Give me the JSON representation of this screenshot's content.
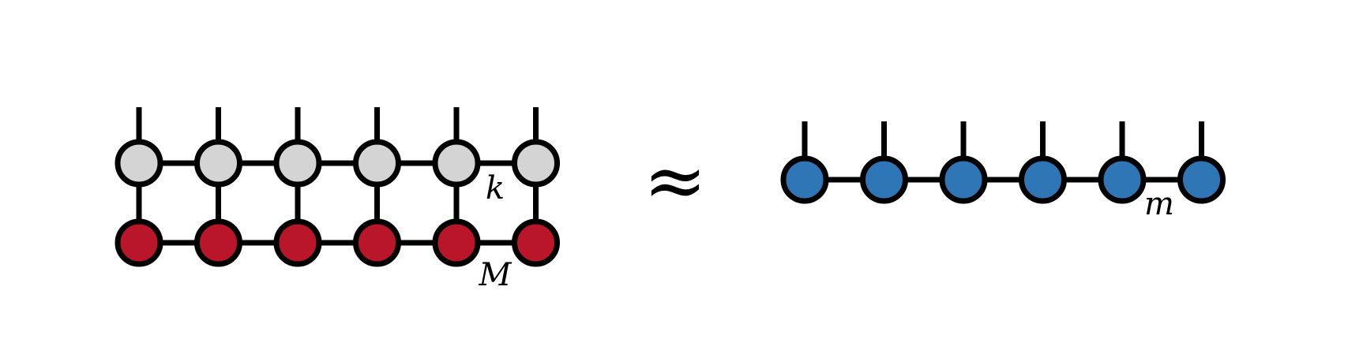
{
  "left_network": {
    "top_row": {
      "node_count": 6,
      "color": "#d4d4d4",
      "has_open_legs": true
    },
    "bottom_row": {
      "node_count": 6,
      "color": "#ba1629"
    },
    "bond_label_top": "k",
    "bond_label_bottom": "M"
  },
  "relation_symbol": "≈",
  "right_network": {
    "node_count": 6,
    "color": "#2e76b6",
    "has_open_legs": true,
    "bond_label": "m"
  }
}
